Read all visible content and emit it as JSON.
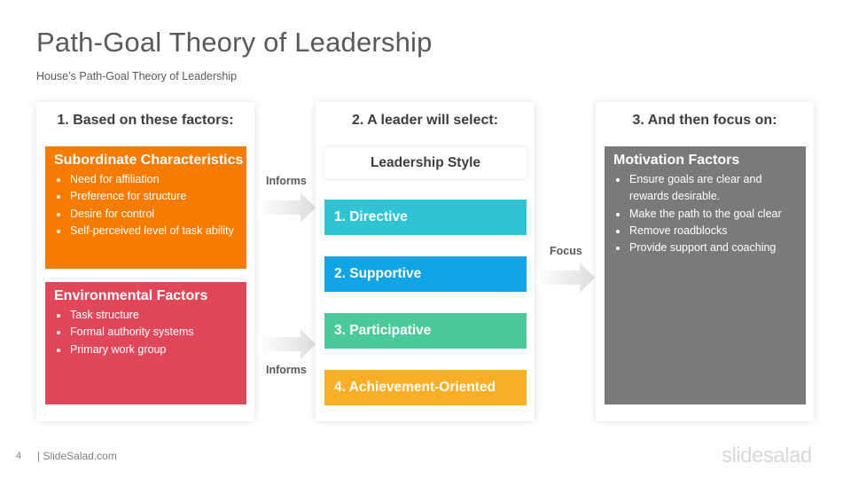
{
  "slide": {
    "title": "Path-Goal Theory of Leadership",
    "subtitle": "House’s Path-Goal Theory of Leadership",
    "page_number": "4",
    "footer_site": "| SlideSalad.com",
    "logo_text": "slidesalad"
  },
  "columns": {
    "factors": {
      "heading": "1. Based on these factors:",
      "subordinate": {
        "title": "Subordinate Characteristics",
        "color": "#F57C00",
        "items": [
          "Need for affiliation",
          "Preference for structure",
          "Desire for control",
          "Self-perceived level of task ability"
        ]
      },
      "environmental": {
        "title": "Environmental Factors",
        "color": "#E0475B",
        "items": [
          "Task structure",
          "Formal authority systems",
          "Primary work group"
        ]
      }
    },
    "leader": {
      "heading": "2. A leader will select:",
      "style_header": "Leadership Style",
      "styles": [
        {
          "label": "1. Directive",
          "color": "#2EC4D4"
        },
        {
          "label": "2. Supportive",
          "color": "#12A5E6"
        },
        {
          "label": "3. Participative",
          "color": "#4CC99A"
        },
        {
          "label": "4. Achievement-Oriented",
          "color": "#F9AE27"
        }
      ]
    },
    "focus": {
      "heading": "3. And then focus on:",
      "motivation": {
        "title": "Motivation Factors",
        "color": "#7A7A7A",
        "items": [
          "Ensure goals are clear and rewards desirable.",
          "Make the path to the goal clear",
          "Remove roadblocks",
          "Provide support and coaching"
        ]
      }
    }
  },
  "arrows": {
    "top_label": "Informs",
    "bottom_label": "Informs",
    "focus_label": "Focus"
  }
}
